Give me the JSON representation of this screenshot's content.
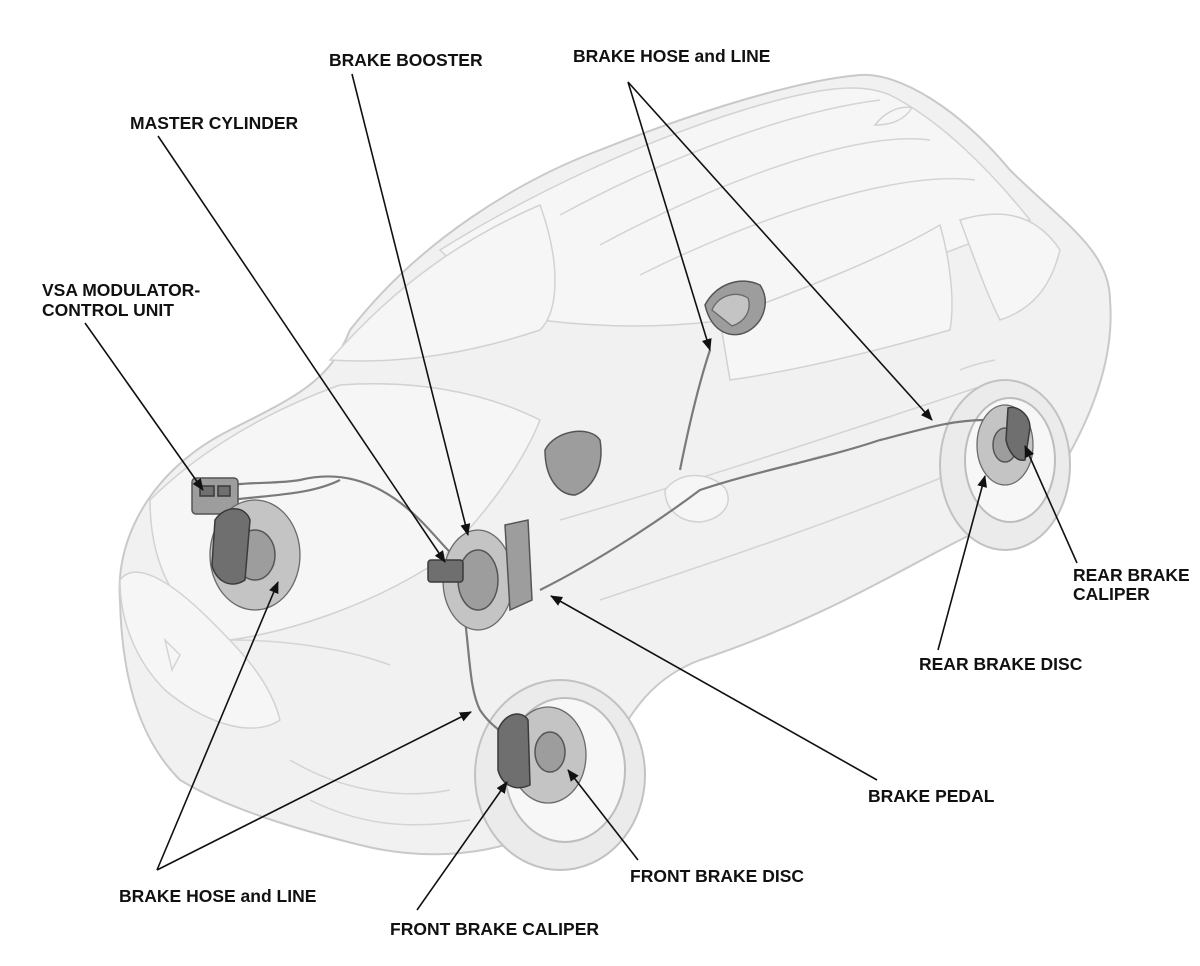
{
  "labels": {
    "brake_booster": "BRAKE BOOSTER",
    "brake_hose_line_top": "BRAKE HOSE and LINE",
    "master_cylinder": "MASTER CYLINDER",
    "vsa_line1": "VSA MODULATOR-",
    "vsa_line2": "CONTROL UNIT",
    "rear_brake_caliper_line1": "REAR BRAKE",
    "rear_brake_caliper_line2": "CALIPER",
    "rear_brake_disc": "REAR BRAKE DISC",
    "brake_pedal": "BRAKE PEDAL",
    "front_brake_disc": "FRONT BRAKE DISC",
    "brake_hose_line_bottom": "BRAKE HOSE and LINE",
    "front_brake_caliper": "FRONT BRAKE CALIPER"
  }
}
